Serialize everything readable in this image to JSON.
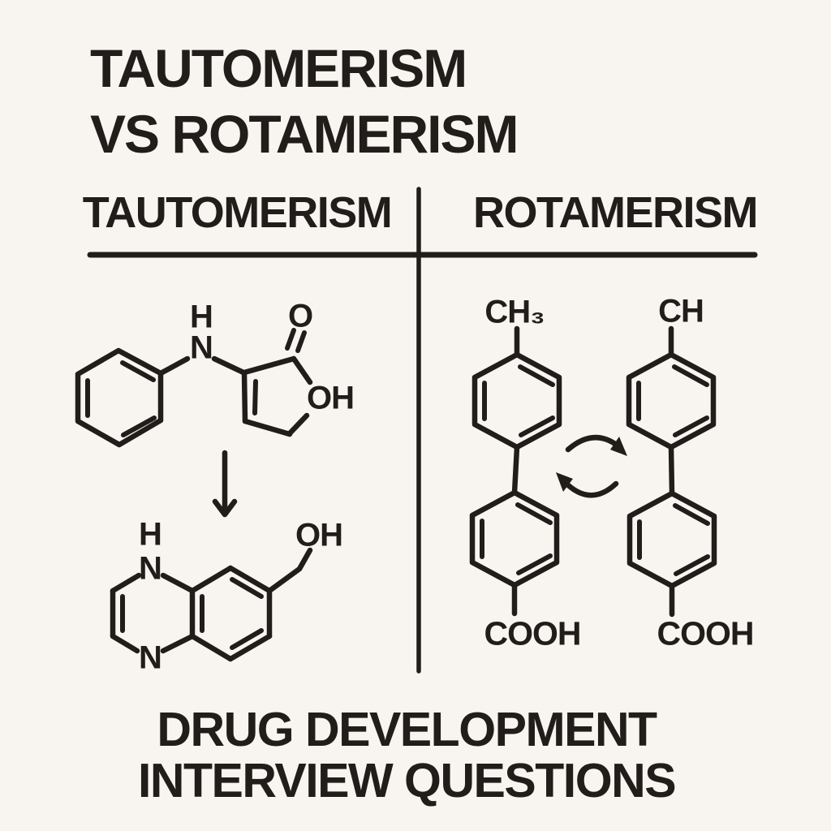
{
  "colors": {
    "background": "#f8f5f0",
    "ink": "#201d1b"
  },
  "title": {
    "line1": "TAUTOMERISM",
    "line2": "VS ROTAMERISM"
  },
  "table": {
    "left_header": "TAUTOMERISM",
    "right_header": "ROTAMERISM"
  },
  "tautomerism_panel": {
    "enol_structure": {
      "amine_h": "H",
      "amine_n": "N",
      "carbonyl_o": "O",
      "ring_hydroxyl": "OH"
    },
    "product_structure": {
      "nh_h": "H",
      "n_top": "N",
      "n_bottom": "N",
      "hydroxymethyl": "OH"
    }
  },
  "rotamerism_panel": {
    "rotamer_a": {
      "top_group": "CH₃",
      "bottom_group": "COOH"
    },
    "rotamer_b": {
      "top_group": "CH",
      "bottom_group": "COOH"
    }
  },
  "icons": {
    "tautomer_arrow": "down-arrow",
    "rotamer_arrows": "rotation-cycle-arrows"
  },
  "caption": {
    "line1": "DRUG DEVELOPMENT",
    "line2": "INTERVIEW QUESTIONS"
  }
}
